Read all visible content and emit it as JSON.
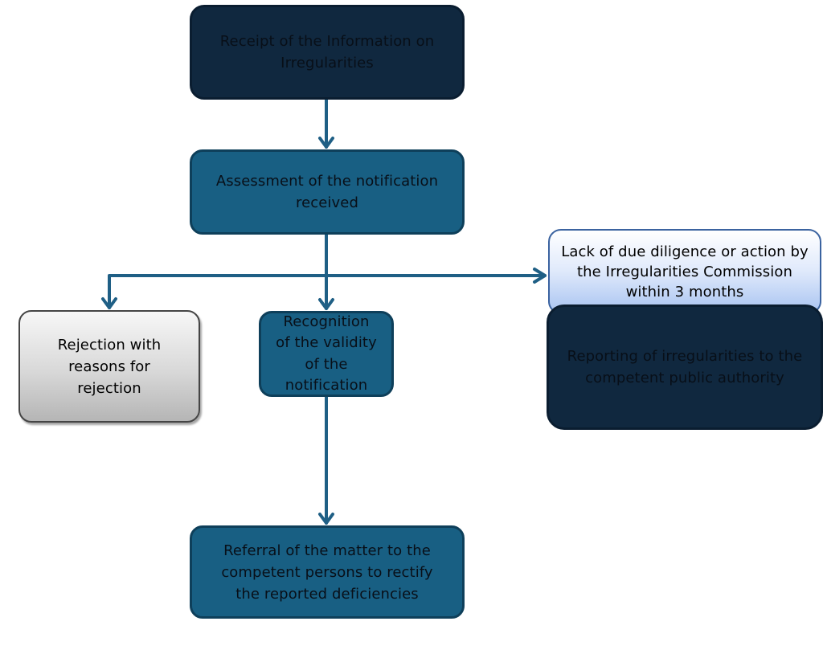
{
  "diagram": {
    "colors": {
      "navy": "#10283f",
      "teal": "#185f83",
      "connector": "#1f5f85",
      "grey_box": "#d8d8d8",
      "light_box": "#dfe9fb"
    },
    "nodes": {
      "receipt": [
        "Receipt of the Information on",
        "Irregularities"
      ],
      "assessment": [
        "Assessment of the notification",
        "received"
      ],
      "rejection": [
        "Rejection with",
        "reasons for",
        "rejection"
      ],
      "recognition": [
        "Recognition",
        "of the validity",
        "of the",
        "notification"
      ],
      "lack": [
        "Lack of due diligence or action by",
        "the Irregularities Commission",
        "within 3 months"
      ],
      "reporting": [
        "Reporting of irregularities to the",
        "competent public authority"
      ],
      "referral": [
        "Referral of the matter to the",
        "competent persons to rectify",
        "the reported deficiencies"
      ]
    },
    "connectors": [
      {
        "from": "receipt",
        "to": "assessment"
      },
      {
        "from": "assessment",
        "to": "rejection"
      },
      {
        "from": "assessment",
        "to": "recognition"
      },
      {
        "from": "assessment",
        "to": "lack"
      },
      {
        "from": "recognition",
        "to": "referral"
      }
    ]
  }
}
